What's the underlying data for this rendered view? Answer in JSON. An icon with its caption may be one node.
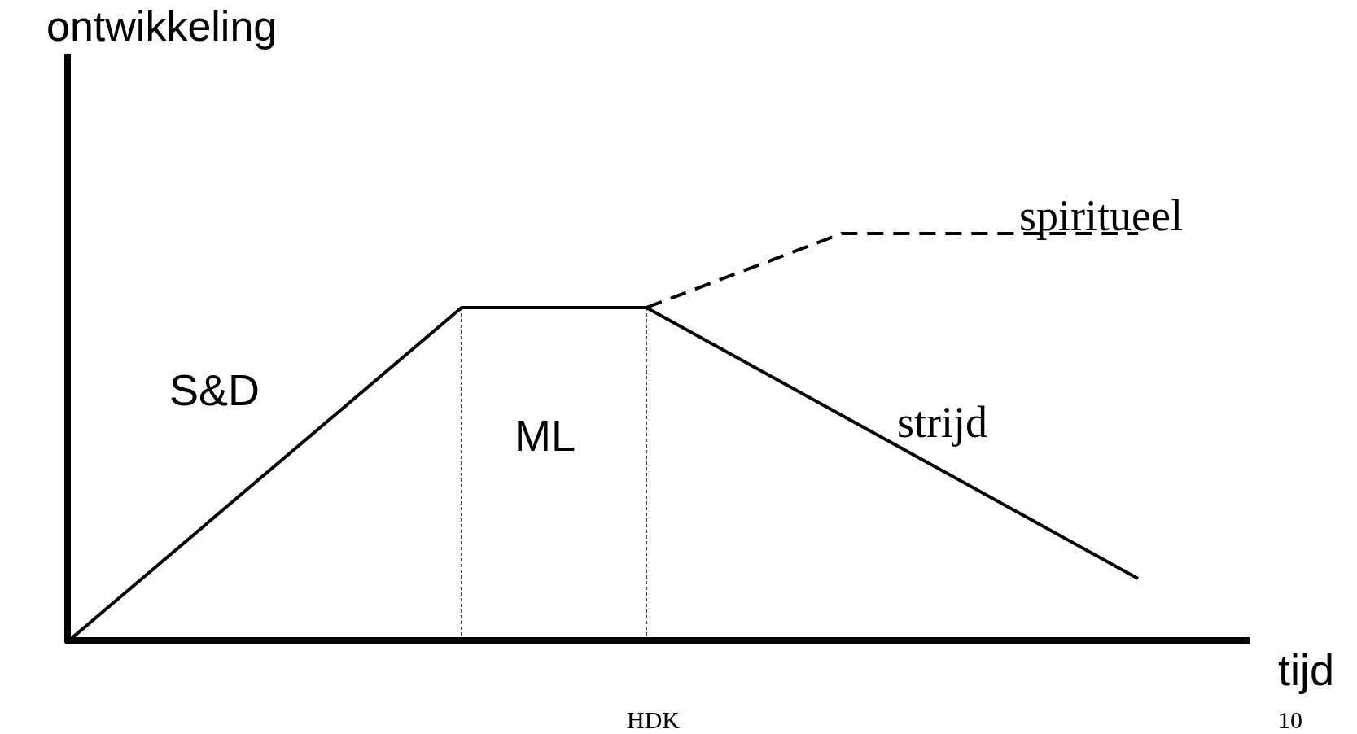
{
  "diagram": {
    "labels": [
      "ontwikkeling",
      "spiritueel",
      "S&D",
      "ML",
      "strijd",
      "tijd",
      "HDK",
      "10"
    ]
  }
}
